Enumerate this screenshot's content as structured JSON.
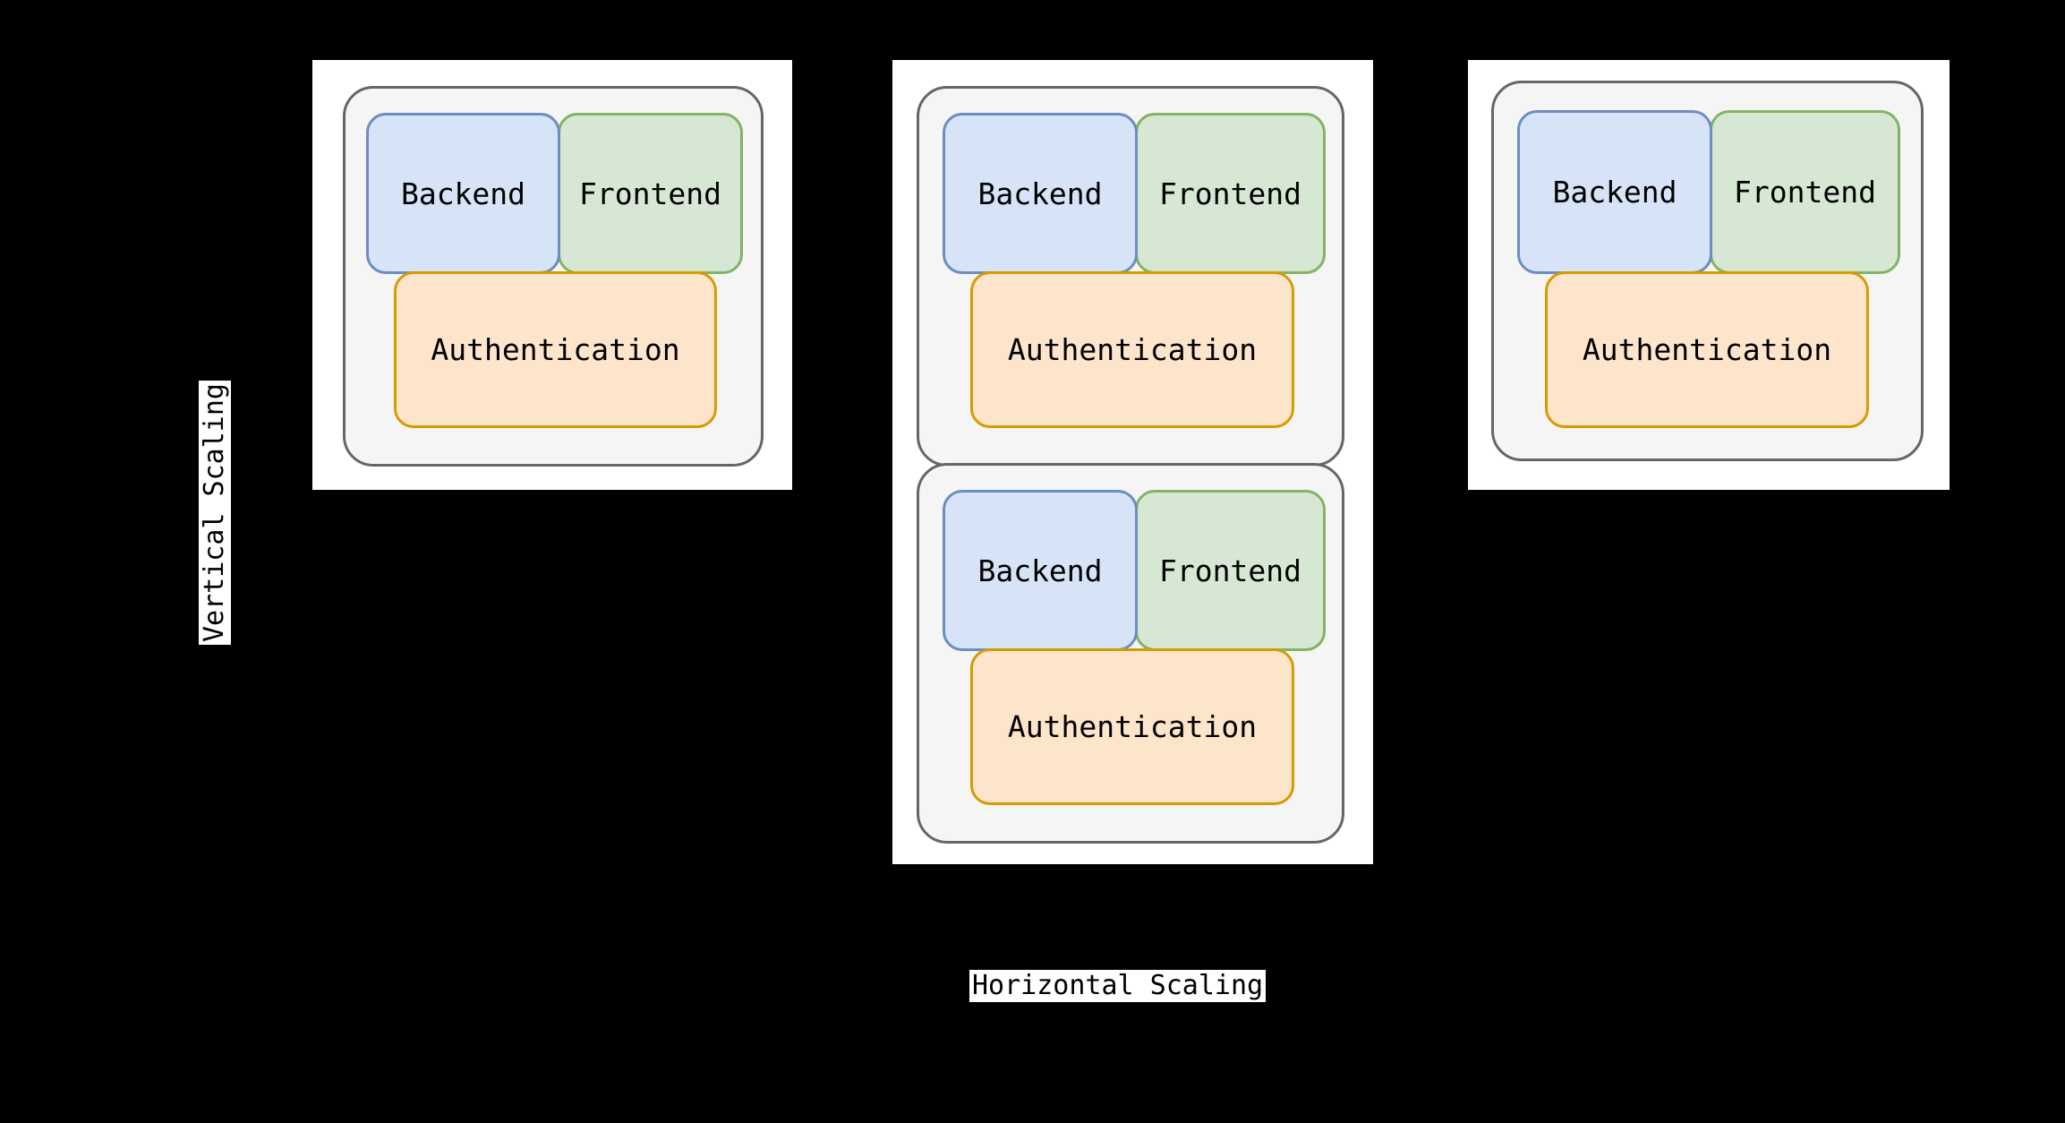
{
  "diagram": {
    "title_hidden": "",
    "axes": {
      "vertical_label": "Vertical Scaling",
      "horizontal_label": "Horizontal Scaling"
    },
    "colors": {
      "background": "#000000",
      "card_background": "#ffffff",
      "host_fill": "#f5f5f5",
      "host_stroke": "#666666",
      "backend_fill": "#d7e4f8",
      "backend_stroke": "#6c8ebf",
      "frontend_fill": "#d6e8d4",
      "frontend_stroke": "#82b366",
      "auth_fill": "#fde5cc",
      "auth_stroke": "#d79b00",
      "text": "#000000"
    },
    "service_labels": {
      "backend": "Backend",
      "frontend": "Frontend",
      "auth": "Authentication"
    },
    "columns": [
      {
        "id": "column-1",
        "name": "single-instance-small",
        "hosts": [
          {
            "id": "host-1-1",
            "services": [
              {
                "type": "backend",
                "label": "Backend"
              },
              {
                "type": "frontend",
                "label": "Frontend"
              },
              {
                "type": "auth",
                "label": "Authentication"
              }
            ]
          }
        ]
      },
      {
        "id": "column-2",
        "name": "two-instances-stacked",
        "hosts": [
          {
            "id": "host-2-1",
            "services": [
              {
                "type": "backend",
                "label": "Backend"
              },
              {
                "type": "frontend",
                "label": "Frontend"
              },
              {
                "type": "auth",
                "label": "Authentication"
              }
            ]
          },
          {
            "id": "host-2-2",
            "services": [
              {
                "type": "backend",
                "label": "Backend"
              },
              {
                "type": "frontend",
                "label": "Frontend"
              },
              {
                "type": "auth",
                "label": "Authentication"
              }
            ]
          }
        ]
      },
      {
        "id": "column-3",
        "name": "single-instance-large",
        "hosts": [
          {
            "id": "host-3-1",
            "services": [
              {
                "type": "backend",
                "label": "Backend"
              },
              {
                "type": "frontend",
                "label": "Frontend"
              },
              {
                "type": "auth",
                "label": "Authentication"
              }
            ]
          }
        ]
      }
    ]
  }
}
